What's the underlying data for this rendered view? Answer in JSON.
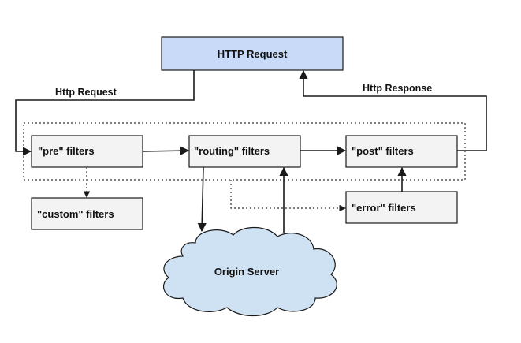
{
  "nodes": {
    "http_request": "HTTP Request",
    "pre_filters": "\"pre\" filters",
    "routing_filters": "\"routing\" filters",
    "post_filters": "\"post\" filters",
    "custom_filters": "\"custom\" filters",
    "error_filters": "\"error\" filters",
    "origin_server": "Origin Server"
  },
  "edges": {
    "request_label": "Http Request",
    "response_label": "Http Response"
  },
  "colors": {
    "request_box": "#c9daf8",
    "filter_box": "#f3f3f3",
    "cloud": "#cfe2f3",
    "stroke": "#1a1a1a"
  }
}
